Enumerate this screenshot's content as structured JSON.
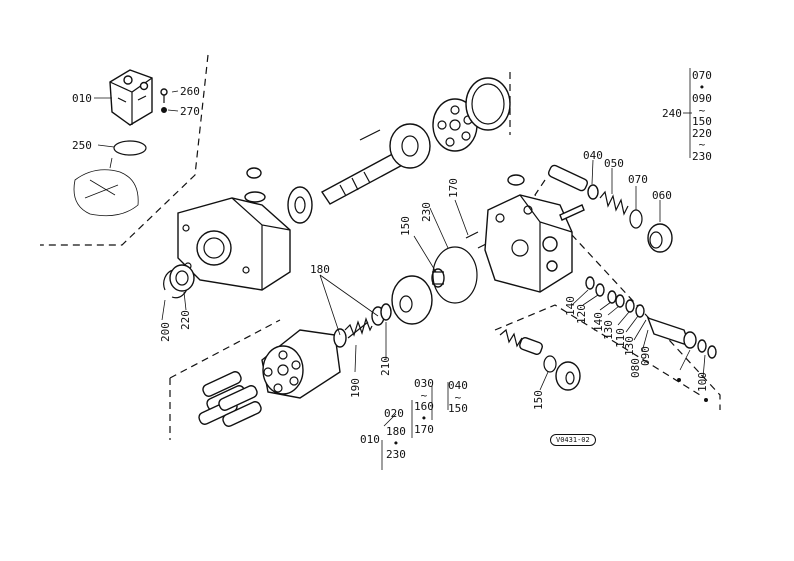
{
  "callouts": {
    "c010": "010",
    "c260": "260",
    "c270": "270",
    "c250": "250",
    "c180": "180",
    "c200": "200",
    "c220": "220",
    "c190": "190",
    "c210": "210",
    "c150a": "150",
    "c230": "230",
    "c170": "170",
    "c040": "040",
    "c050": "050",
    "c070": "070",
    "c060": "060",
    "c140a": "140",
    "c120": "120",
    "c140b": "140",
    "c130a": "130",
    "c110": "110",
    "c130b": "130",
    "c090": "090",
    "c080": "080",
    "c100": "100",
    "c150b": "150"
  },
  "group_240": {
    "label": "240",
    "items": [
      "070",
      "•",
      "090",
      "~",
      "150",
      "220",
      "~",
      "230"
    ]
  },
  "legend": {
    "g030": [
      "030",
      "~",
      "160",
      "•",
      "170"
    ],
    "g040": [
      "040",
      "~",
      "150"
    ],
    "g020": "020",
    "g010": "010",
    "g010_items": [
      "180",
      "•",
      "230"
    ]
  },
  "drawing_code": "V0431-02"
}
